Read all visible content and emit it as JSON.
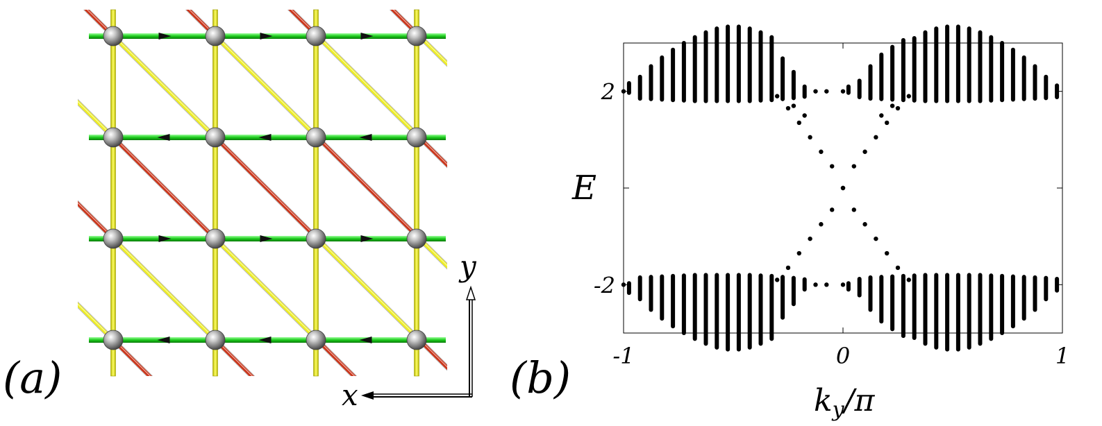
{
  "panel_a": {
    "label": "(a)",
    "axis_x_label": "x",
    "axis_y_label": "y",
    "colors": {
      "horizontal_bond": "#22cc22",
      "vertical_bond": "#eeee22",
      "diagonal_yellow": "#eeee22",
      "diagonal_red": "#cc3318",
      "site": "#9a9a9a",
      "arrow": "#111111"
    }
  },
  "panel_b": {
    "label": "(b)"
  },
  "chart_data": {
    "type": "scatter",
    "title": "",
    "xlabel_main": "k",
    "xlabel_sub": "y",
    "xlabel_suffix": "/π",
    "ylabel": "E",
    "xlim": [
      -1,
      1
    ],
    "ylim": [
      -3.0,
      3.0
    ],
    "x_tick_labels": [
      "-1",
      "0",
      "1"
    ],
    "y_tick_labels": [
      "2",
      "-2"
    ],
    "grid": false,
    "bulk_bands": {
      "description_free": true,
      "kx_samples": 40,
      "columns": [
        {
          "x": -0.975,
          "upper": [
            1.97,
            2.17
          ],
          "lower": [
            -2.17,
            -1.97
          ]
        },
        {
          "x": -0.925,
          "upper": [
            1.85,
            2.3
          ],
          "lower": [
            -2.3,
            -1.85
          ]
        },
        {
          "x": -0.875,
          "upper": [
            1.84,
            2.52
          ],
          "lower": [
            -2.52,
            -1.84
          ]
        },
        {
          "x": -0.825,
          "upper": [
            1.83,
            2.7
          ],
          "lower": [
            -2.7,
            -1.83
          ]
        },
        {
          "x": -0.775,
          "upper": [
            1.82,
            2.86
          ],
          "lower": [
            -2.86,
            -1.82
          ]
        },
        {
          "x": -0.725,
          "upper": [
            1.81,
            3.0
          ],
          "lower": [
            -3.0,
            -1.81
          ]
        },
        {
          "x": -0.675,
          "upper": [
            1.8,
            3.12
          ],
          "lower": [
            -3.12,
            -1.8
          ]
        },
        {
          "x": -0.625,
          "upper": [
            1.8,
            3.22
          ],
          "lower": [
            -3.22,
            -1.8
          ]
        },
        {
          "x": -0.575,
          "upper": [
            1.8,
            3.3
          ],
          "lower": [
            -3.3,
            -1.8
          ]
        },
        {
          "x": -0.525,
          "upper": [
            1.8,
            3.34
          ],
          "lower": [
            -3.34,
            -1.8
          ]
        },
        {
          "x": -0.475,
          "upper": [
            1.8,
            3.34
          ],
          "lower": [
            -3.34,
            -1.8
          ]
        },
        {
          "x": -0.425,
          "upper": [
            1.8,
            3.3
          ],
          "lower": [
            -3.3,
            -1.8
          ]
        },
        {
          "x": -0.375,
          "upper": [
            1.81,
            3.22
          ],
          "lower": [
            -3.22,
            -1.81
          ]
        },
        {
          "x": -0.325,
          "upper": [
            1.82,
            3.12
          ],
          "lower": [
            -3.12,
            -1.82
          ]
        },
        {
          "x": -0.275,
          "upper": [
            1.84,
            2.68
          ],
          "lower": [
            -2.68,
            -1.84
          ]
        },
        {
          "x": -0.225,
          "upper": [
            1.86,
            2.4
          ],
          "lower": [
            -2.4,
            -1.86
          ]
        },
        {
          "x": -0.175,
          "upper": [
            1.89,
            2.1
          ],
          "lower": [
            -2.1,
            -1.89
          ]
        },
        {
          "x": 0.025,
          "upper": [
            1.97,
            2.1
          ],
          "lower": [
            -2.1,
            -1.97
          ]
        },
        {
          "x": 0.075,
          "upper": [
            1.88,
            2.22
          ],
          "lower": [
            -2.22,
            -1.88
          ]
        },
        {
          "x": 0.125,
          "upper": [
            1.85,
            2.52
          ],
          "lower": [
            -2.52,
            -1.85
          ]
        },
        {
          "x": 0.175,
          "upper": [
            1.84,
            2.76
          ],
          "lower": [
            -2.76,
            -1.84
          ]
        },
        {
          "x": 0.225,
          "upper": [
            1.83,
            2.92
          ],
          "lower": [
            -2.92,
            -1.83
          ]
        },
        {
          "x": 0.275,
          "upper": [
            1.82,
            3.06
          ],
          "lower": [
            -3.06,
            -1.82
          ]
        },
        {
          "x": 0.325,
          "upper": [
            1.81,
            3.1
          ],
          "lower": [
            -3.1,
            -1.81
          ]
        },
        {
          "x": 0.375,
          "upper": [
            1.8,
            3.22
          ],
          "lower": [
            -3.22,
            -1.8
          ]
        },
        {
          "x": 0.425,
          "upper": [
            1.8,
            3.3
          ],
          "lower": [
            -3.3,
            -1.8
          ]
        },
        {
          "x": 0.475,
          "upper": [
            1.8,
            3.34
          ],
          "lower": [
            -3.34,
            -1.8
          ]
        },
        {
          "x": 0.525,
          "upper": [
            1.8,
            3.34
          ],
          "lower": [
            -3.34,
            -1.8
          ]
        },
        {
          "x": 0.575,
          "upper": [
            1.8,
            3.3
          ],
          "lower": [
            -3.3,
            -1.8
          ]
        },
        {
          "x": 0.625,
          "upper": [
            1.8,
            3.22
          ],
          "lower": [
            -3.22,
            -1.8
          ]
        },
        {
          "x": 0.675,
          "upper": [
            1.81,
            3.12
          ],
          "lower": [
            -3.12,
            -1.81
          ]
        },
        {
          "x": 0.725,
          "upper": [
            1.82,
            3.0
          ],
          "lower": [
            -3.0,
            -1.82
          ]
        },
        {
          "x": 0.775,
          "upper": [
            1.83,
            2.86
          ],
          "lower": [
            -2.86,
            -1.83
          ]
        },
        {
          "x": 0.825,
          "upper": [
            1.84,
            2.7
          ],
          "lower": [
            -2.7,
            -1.84
          ]
        },
        {
          "x": 0.875,
          "upper": [
            1.85,
            2.52
          ],
          "lower": [
            -2.52,
            -1.85
          ]
        },
        {
          "x": 0.925,
          "upper": [
            1.86,
            2.3
          ],
          "lower": [
            -2.3,
            -1.86
          ]
        },
        {
          "x": 0.975,
          "upper": [
            1.88,
            2.12
          ],
          "lower": [
            -2.12,
            -1.88
          ]
        }
      ]
    },
    "isolated_points": [
      {
        "x": -1.0,
        "y": 2.0
      },
      {
        "x": -1.0,
        "y": -2.0
      },
      {
        "x": -0.125,
        "y": 2.0
      },
      {
        "x": -0.075,
        "y": 2.0
      },
      {
        "x": 0.0,
        "y": 2.0
      },
      {
        "x": -0.125,
        "y": -2.0
      },
      {
        "x": -0.075,
        "y": -2.0
      },
      {
        "x": 0.0,
        "y": -2.0
      },
      {
        "x": -0.225,
        "y": 1.7
      },
      {
        "x": -0.175,
        "y": 1.5
      },
      {
        "x": 0.225,
        "y": 1.7
      },
      {
        "x": 0.175,
        "y": 1.5
      }
    ],
    "edge_states": [
      {
        "name": "",
        "x": [
          -0.3,
          -0.25,
          -0.2,
          -0.15,
          -0.1,
          -0.05,
          0.0,
          0.05,
          0.1,
          0.15,
          0.2,
          0.25,
          0.3
        ],
        "y": [
          1.9,
          1.65,
          1.35,
          1.05,
          0.75,
          0.45,
          0.0,
          -0.45,
          -0.75,
          -1.05,
          -1.35,
          -1.65,
          -1.9
        ]
      },
      {
        "name": "",
        "x": [
          -0.3,
          -0.25,
          -0.2,
          -0.15,
          -0.1,
          -0.05,
          0.0,
          0.05,
          0.1,
          0.15,
          0.2,
          0.25,
          0.3
        ],
        "y": [
          -1.9,
          -1.65,
          -1.35,
          -1.05,
          -0.75,
          -0.45,
          0.0,
          0.45,
          0.75,
          1.05,
          1.35,
          1.65,
          1.9
        ]
      }
    ]
  }
}
